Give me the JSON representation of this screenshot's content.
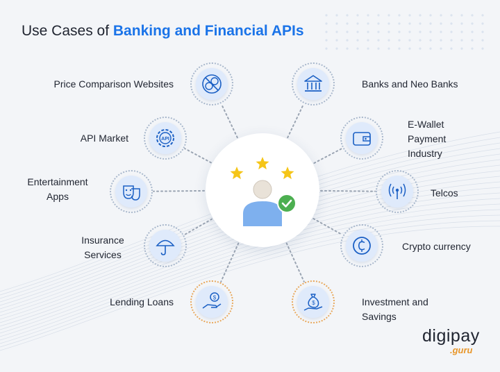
{
  "title": {
    "prefix": "Use Cases of ",
    "highlight": "Banking and Financial APIs"
  },
  "left_items": [
    {
      "label": "Price Comparison Websites",
      "icon": "price-compare-icon"
    },
    {
      "label": "API Market",
      "icon": "api-gear-icon"
    },
    {
      "label": "Entertainment\nApps",
      "icon": "theater-masks-icon"
    },
    {
      "label": "Insurance\nServices",
      "icon": "umbrella-icon"
    },
    {
      "label": "Lending Loans",
      "icon": "hand-coin-icon"
    }
  ],
  "right_items": [
    {
      "label": "Banks and Neo Banks",
      "icon": "bank-icon"
    },
    {
      "label": "E-Wallet\nPayment\nIndustry",
      "icon": "wallet-icon"
    },
    {
      "label": "Telcos",
      "icon": "signal-tower-icon"
    },
    {
      "label": "Crypto currency",
      "icon": "crypto-coin-icon"
    },
    {
      "label": "Investment and\nSavings",
      "icon": "money-bag-hand-icon"
    }
  ],
  "center_icon": "rated-user-icon",
  "brand": {
    "word": "digipay",
    "sub": ".guru"
  },
  "colors": {
    "accent": "#1a73e8",
    "icon_stroke": "#1a5fc4",
    "node_fill": "#dfeafb",
    "orange_ring": "#e8a85c",
    "star": "#f5c518",
    "check": "#4caf50"
  }
}
